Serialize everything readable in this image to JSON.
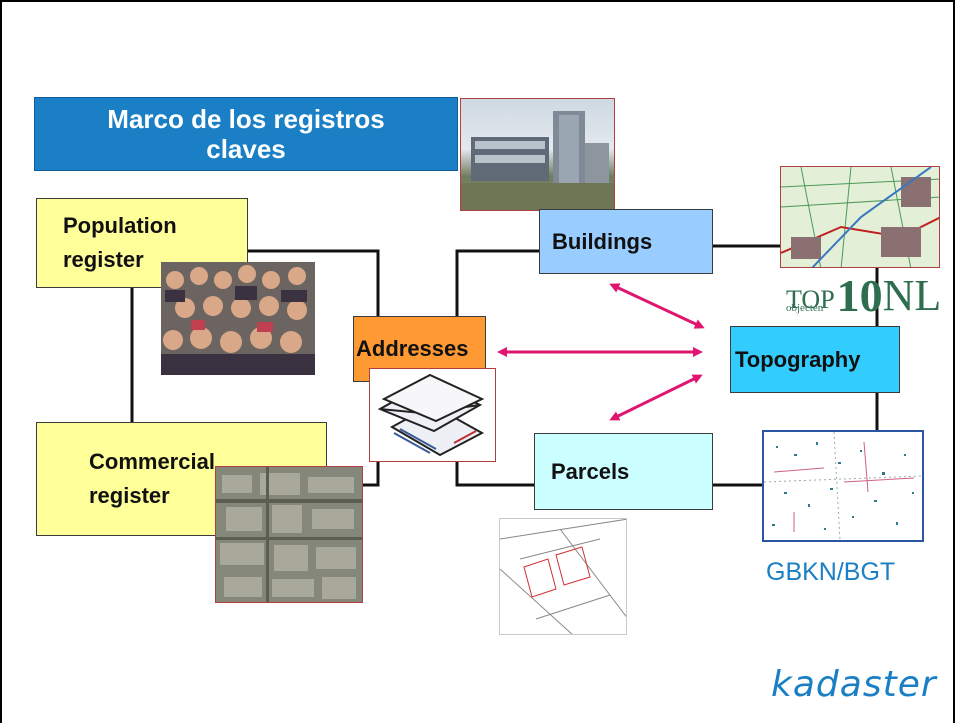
{
  "title": "Marco de los registros claves",
  "boxes": {
    "population": "Population register",
    "commercial": "Commercial register",
    "addresses": "Addresses",
    "buildings": "Buildings",
    "topography": "Topography",
    "parcels": "Parcels"
  },
  "labels": {
    "gbkn": "GBKN/BGT",
    "kadaster": "kadaster",
    "top10_a": "TOP",
    "top10_sub": "objecten",
    "top10_b": "10",
    "top10_c": "NL"
  },
  "colors": {
    "title_bg": "#1a7fc4",
    "arrow": "#e0166e",
    "yellow_box": "#ffff99",
    "blue_box": "#99ccff",
    "orange_box": "#ff9933",
    "cyan_box": "#33ccff",
    "pale_box": "#ccffff"
  }
}
